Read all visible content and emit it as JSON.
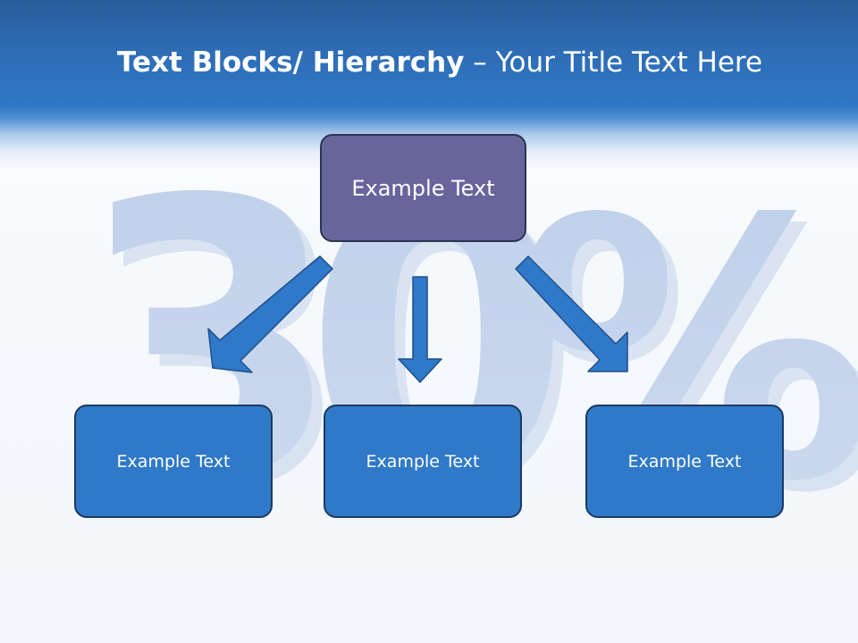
{
  "title": {
    "strong": "Text Blocks/ Hierarchy",
    "rest": " – Your Title Text Here"
  },
  "background_graphic": {
    "text": "30%"
  },
  "diagram": {
    "top_box": "Example Text",
    "children": [
      "Example Text",
      "Example Text",
      "Example Text"
    ]
  },
  "colors": {
    "header": "#2e72c0",
    "top_box": "#66659c",
    "child_box": "#2f79c8",
    "arrow": "#2f79c8"
  }
}
